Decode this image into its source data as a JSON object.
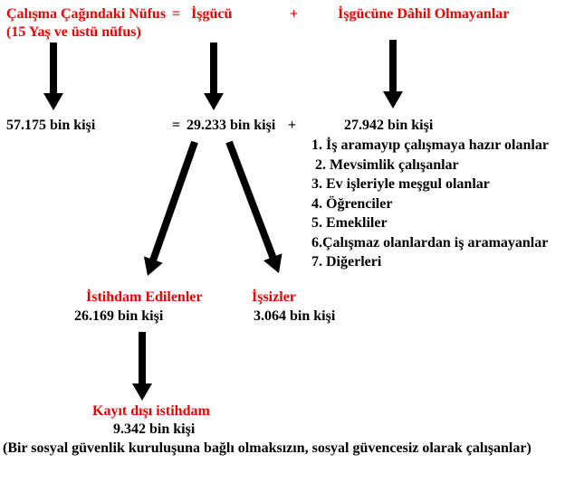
{
  "colors": {
    "accent_red": "#f00000",
    "text_black": "#000000",
    "background": "#ffffff"
  },
  "header": {
    "population_label": "Çalışma Çağındaki Nüfus",
    "equals_sign": "=",
    "labor_force_label": "İşgücü",
    "plus_sign": "+",
    "not_in_labor_label": "İşgücüne Dâhil Olmayanlar",
    "population_note": "(15 Yaş ve üstü nüfus)"
  },
  "values": {
    "population": "57.175 bin kişi",
    "equals_sign": "=",
    "labor_force": "29.233 bin kişi",
    "plus_sign": "+",
    "not_in_labor": "27.942 bin kişi"
  },
  "not_in_labor_reasons": [
    "1. İş aramayıp çalışmaya hazır olanlar",
    " 2. Mevsimlik çalışanlar",
    "3. Ev işleriyle meşgul olanlar",
    "4. Öğrenciler",
    "5. Emekliler",
    "6.Çalışmaz olanlardan iş aramayanlar",
    "7. Diğerleri"
  ],
  "employed": {
    "label": "İstihdam Edilenler",
    "value": "26.169 bin kişi"
  },
  "unemployed": {
    "label": "İşsizler",
    "value": "3.064 bin kişi"
  },
  "informal_employment": {
    "label": "Kayıt dışı istihdam",
    "value": "9.342 bin kişi",
    "note": "(Bir sosyal güvenlik kuruluşuna bağlı olmaksızın, sosyal güvencesiz olarak çalışanlar)"
  }
}
